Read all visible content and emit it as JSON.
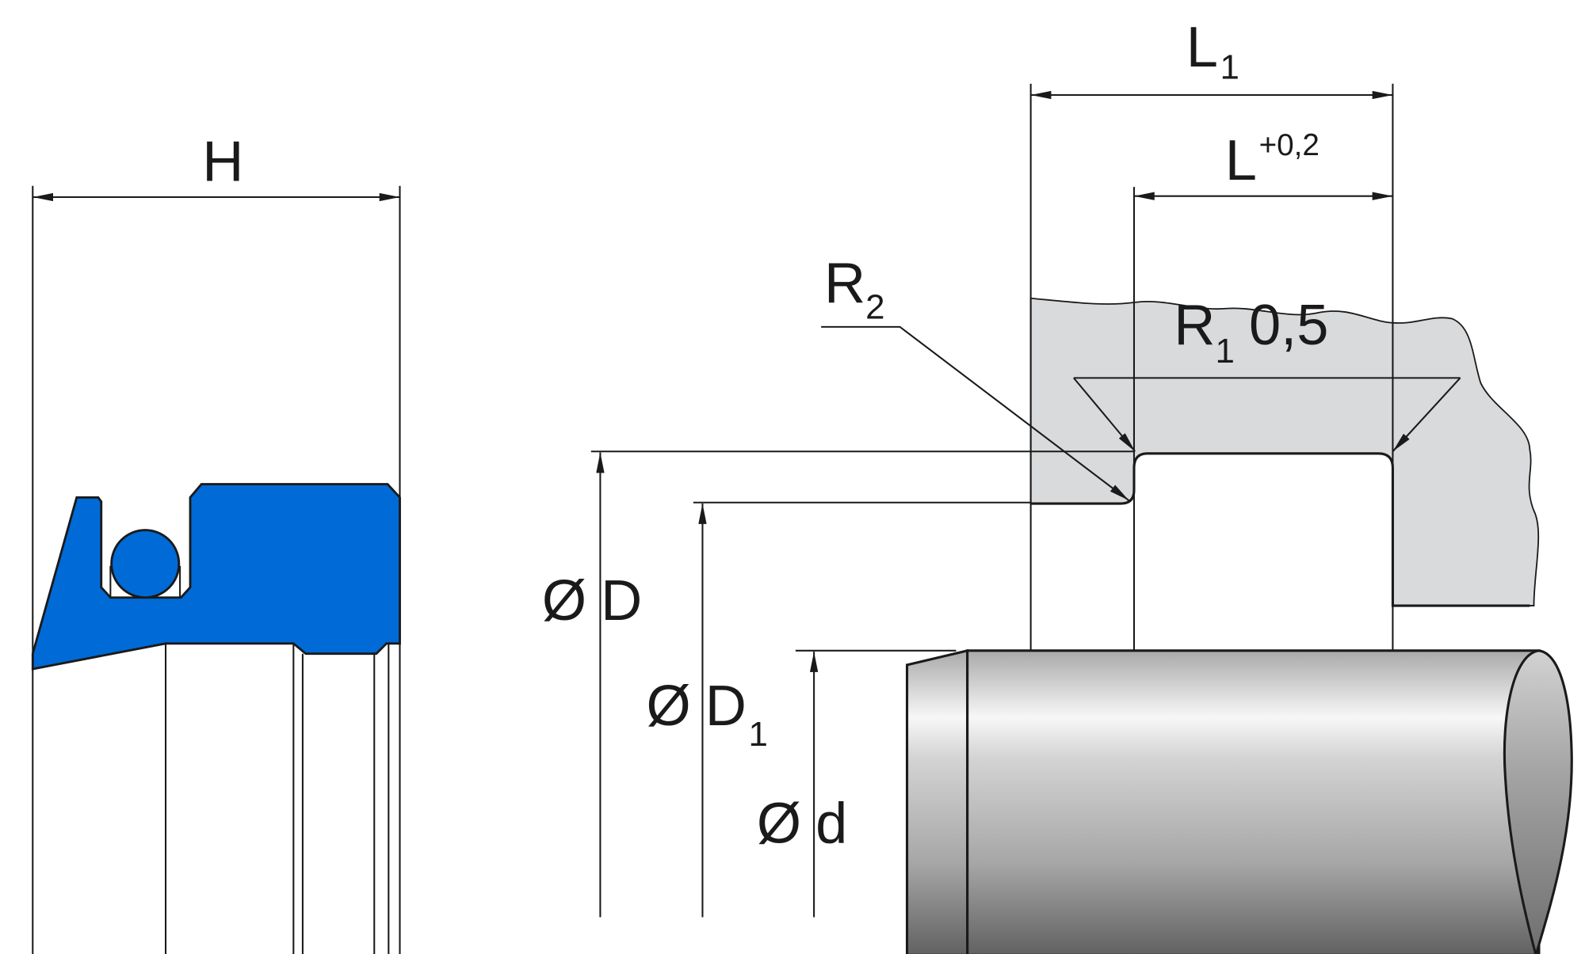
{
  "drawing": {
    "title": "Rod seal installation drawing",
    "colors": {
      "seal_blue": "#006ad6",
      "housing_gray": "#d9dadb",
      "line": "#1a1a1a",
      "rod_light": "#f7f7f7",
      "rod_dark": "#616161"
    },
    "seal_profile": {
      "dimension_label": "H"
    },
    "groove": {
      "l1_label": "L",
      "l1_subscript": "1",
      "l_label": "L",
      "l_tolerance": "+0,2",
      "r2_label": "R",
      "r2_subscript": "2",
      "r1_label": "R",
      "r1_subscript": "1",
      "r1_value": "0,5"
    },
    "diameters": {
      "big_d_symbol": "Ø",
      "big_d_label": "D",
      "d1_symbol": "Ø",
      "d1_label": "D",
      "d1_subscript": "1",
      "small_d_symbol": "Ø",
      "small_d_label": "d"
    }
  }
}
